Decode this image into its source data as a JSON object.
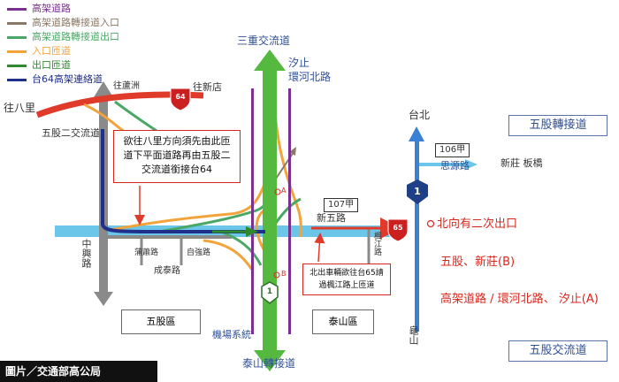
{
  "legend": [
    {
      "label": "高架道路",
      "color": "#7b2f8f"
    },
    {
      "label": "高架道路轉接道入口",
      "color": "#8a7764"
    },
    {
      "label": "高架道路轉接道出口",
      "color": "#4aa867"
    },
    {
      "label": "入口匝道",
      "color": "#f2a33a"
    },
    {
      "label": "出口匝道",
      "color": "#2f8a2f"
    },
    {
      "label": "台64高架連絡道",
      "color": "#1f2f8a"
    }
  ],
  "roads": {
    "sanchong": "三重交流道",
    "xizhi_line1": "汐止",
    "xizhi_line2": "環河北路",
    "wangbalizhou": "往蘆洲",
    "wangxindian": "往新店",
    "wangbali": "往八里",
    "wugu_second": "五股二交流道",
    "taipei": "台北",
    "route106": "106甲",
    "siyuan": "思源路",
    "xinzhuang": "新莊  板橋",
    "route107": "107甲",
    "xinwu": "新五路",
    "zhongxing": "中興路",
    "pupu": "蒲蕭路",
    "zijiang": "自強路",
    "chengtai": "成泰路",
    "fengjiang": "楓江路",
    "guishan": "龜山",
    "airport": "機場系統",
    "taishan": "泰山轉接道",
    "point_a": "A",
    "point_b": "B"
  },
  "shields": {
    "hw64": "64",
    "hw65": "65",
    "hw1_left": "1",
    "hw1_right": "1"
  },
  "titles": {
    "wugu_transfer": "五股轉接道",
    "wugu_interchange": "五股交流道"
  },
  "notes": {
    "left_note": "欲往八里方向須先由此匝道下平面道路再由五股二交流道銜接台64",
    "bottom_note": "北出車輛欲往台65請過楓江路上匝道"
  },
  "exit_info": {
    "north_second": "北向有二次出口",
    "wugu_b": "五股、新莊(B)",
    "elevated_a": "高架道路 / 環河北路、 汐止(A)"
  },
  "districts": {
    "wugu": "五股區",
    "taishan": "泰山區"
  },
  "credit": "圖片／交通部高公局"
}
